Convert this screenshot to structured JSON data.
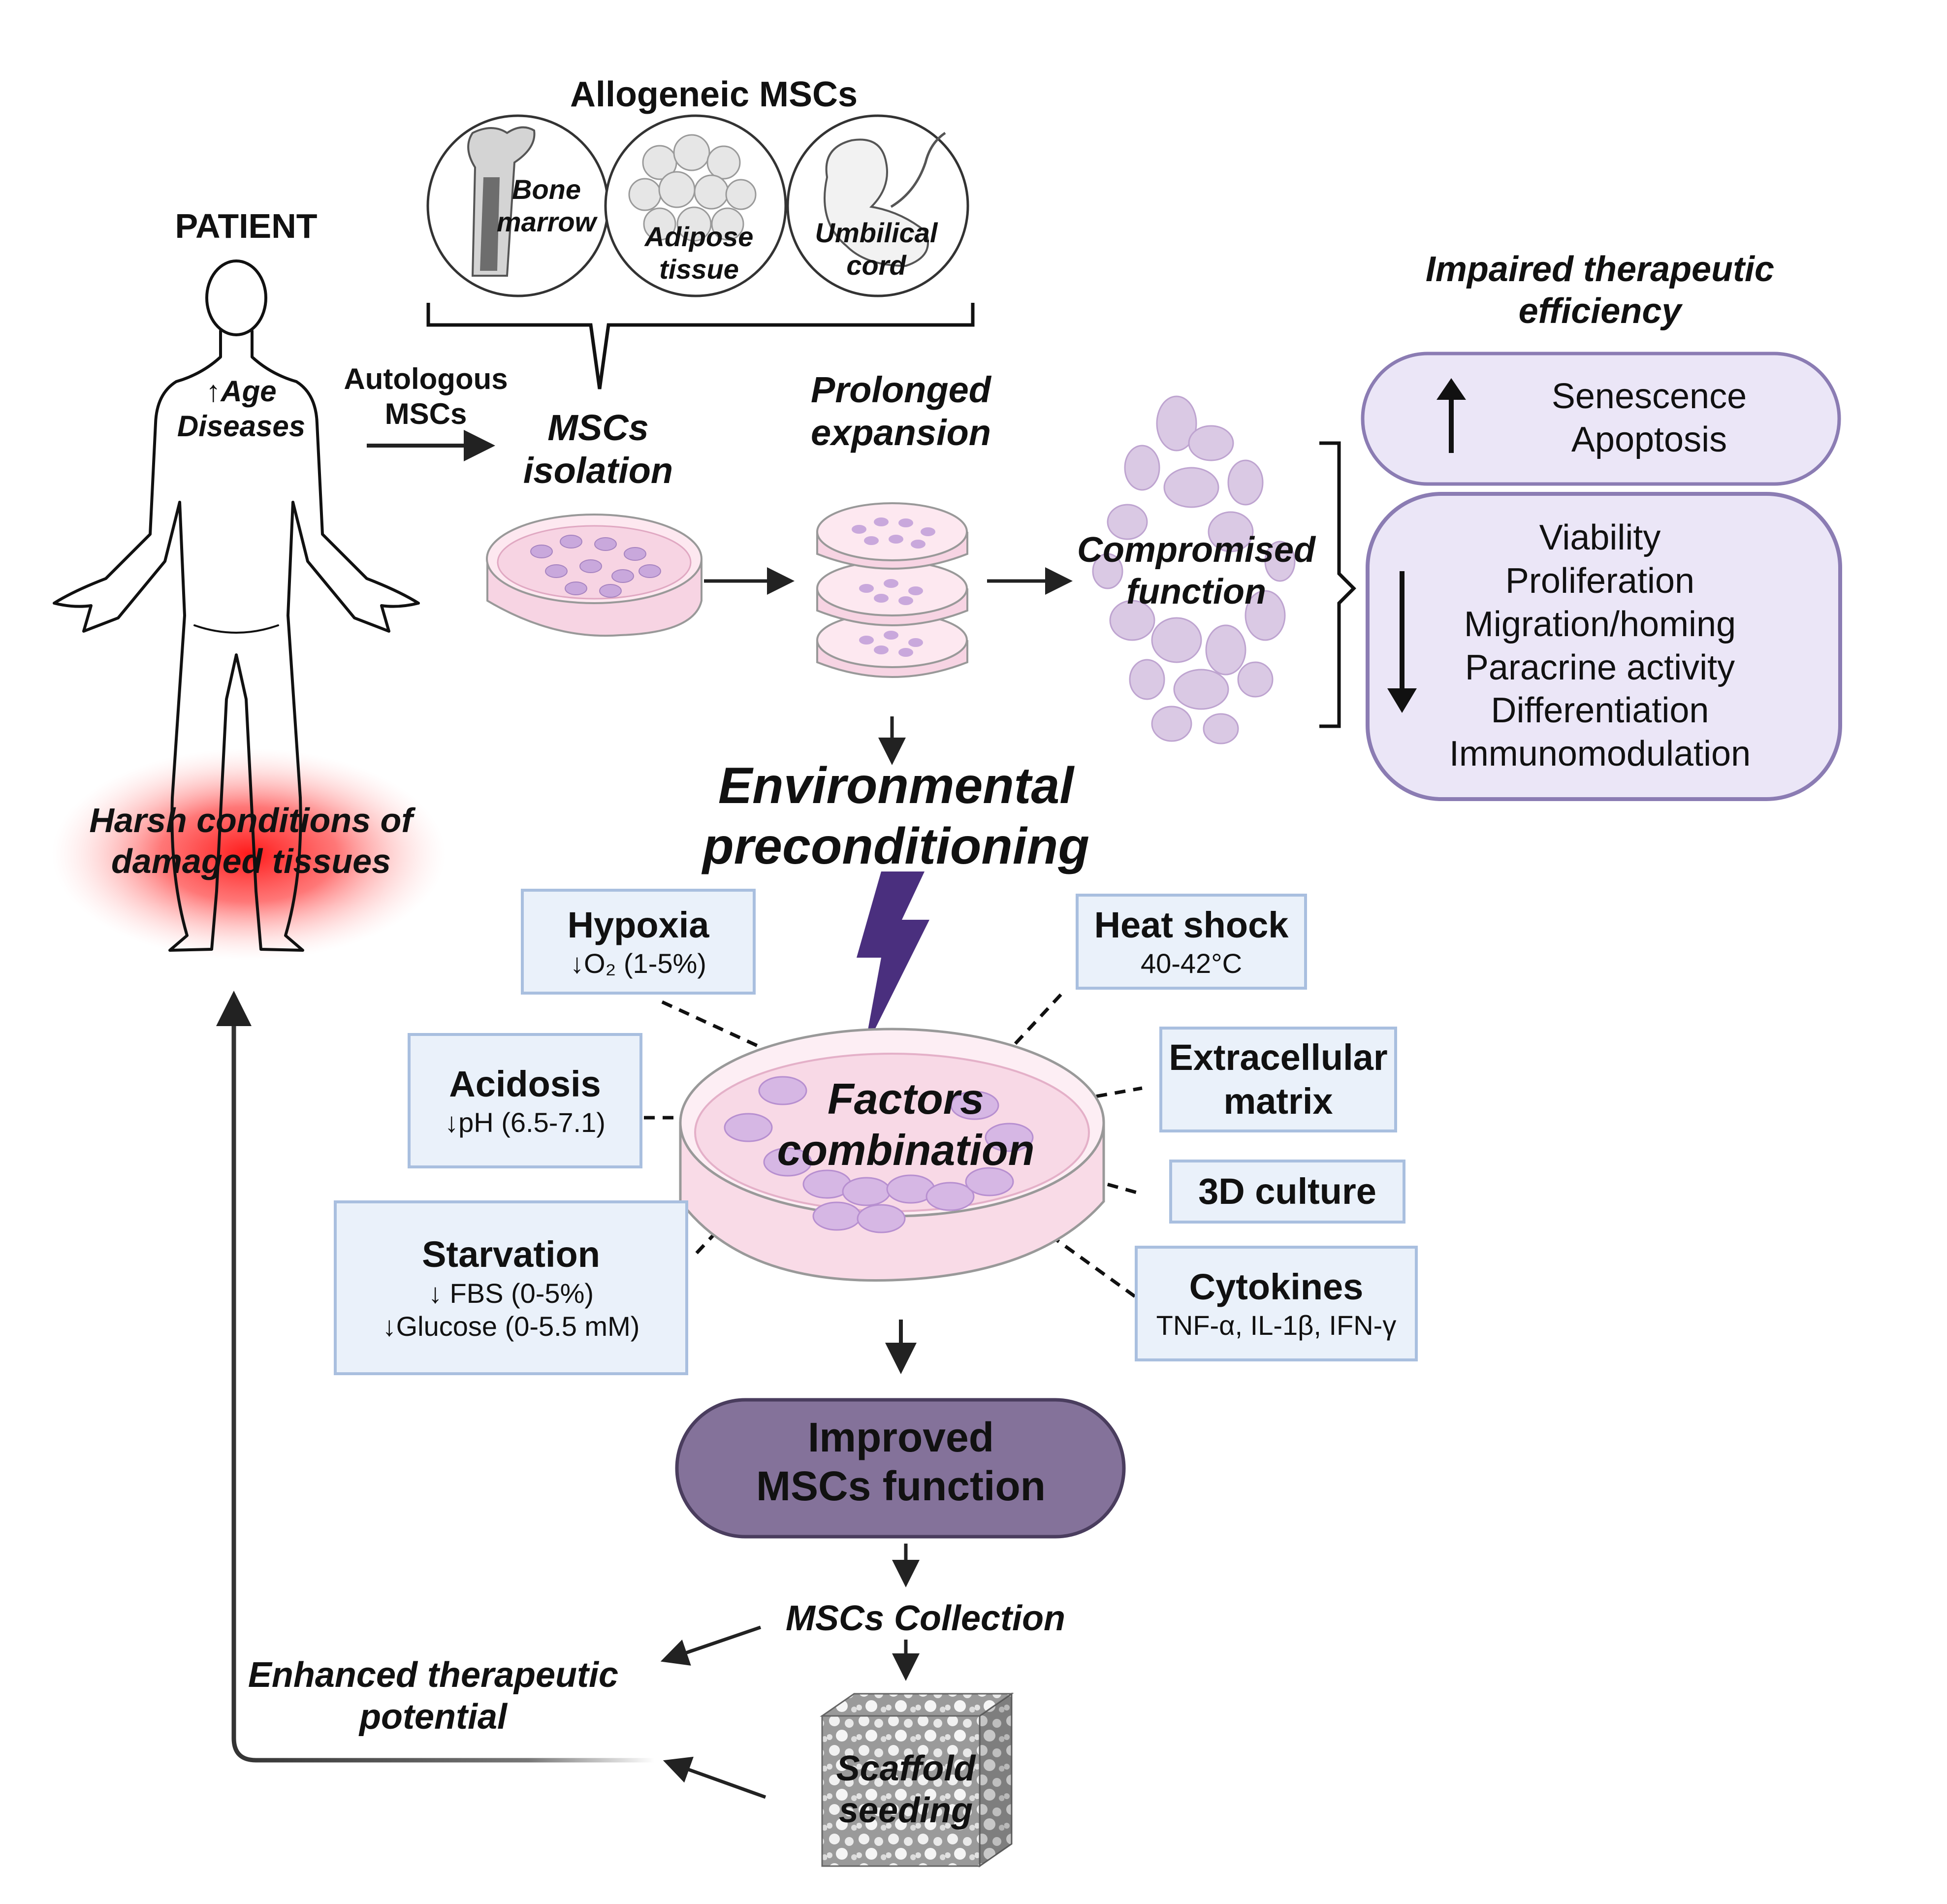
{
  "allogeneic": {
    "title": "Allogeneic MSCs",
    "sources": [
      {
        "label": "Bone marrow",
        "icon": "bone-marrow-icon"
      },
      {
        "label": "Adipose tissue",
        "icon": "adipose-tissue-icon"
      },
      {
        "label": "Umbilical cord",
        "icon": "umbilical-cord-icon"
      }
    ]
  },
  "patient": {
    "title": "PATIENT",
    "conditions": "↑Age\nDiseases",
    "harsh": "Harsh conditions of\ndamaged tissues",
    "icon": "human-body-icon"
  },
  "flow": {
    "autologous": "Autologous\nMSCs",
    "isolation": "MSCs\nisolation",
    "expansion": "Prolonged\nexpansion",
    "compromised": "Compromised\nfunction",
    "env_title": "Environmental\npreconditioning",
    "factors": "Factors\ncombination",
    "improved": "Improved\nMSCs function",
    "collection": "MSCs Collection",
    "scaffold": "Scaffold\nseeding",
    "enhanced": "Enhanced therapeutic\npotential"
  },
  "impaired": {
    "title": "Impaired therapeutic\nefficiency",
    "up": [
      "Senescence",
      "Apoptosis"
    ],
    "down": [
      "Viability",
      "Proliferation",
      "Migration/homing",
      "Paracrine activity",
      "Differentiation",
      "Immunomodulation"
    ]
  },
  "factors": [
    {
      "key": "hypoxia",
      "title": "Hypoxia",
      "detail": "↓O₂ (1-5%)"
    },
    {
      "key": "heat",
      "title": "Heat shock",
      "detail": "40-42°C"
    },
    {
      "key": "acidosis",
      "title": "Acidosis",
      "detail": "↓pH (6.5-7.1)"
    },
    {
      "key": "ecm",
      "title": "Extracellular\nmatrix",
      "detail": ""
    },
    {
      "key": "culture3d",
      "title": "3D culture",
      "detail": ""
    },
    {
      "key": "starvation",
      "title": "Starvation",
      "detail": "↓ FBS (0-5%)\n↓Glucose (0-5.5 mM)"
    },
    {
      "key": "cytokines",
      "title": "Cytokines",
      "detail": "TNF-α, IL-1β, IFN-γ"
    }
  ],
  "colors": {
    "purple_fill": "#84729a",
    "lavender_fill": "#ebe6f7",
    "lavender_border": "#8b7cb3",
    "box_fill": "#eaf1fa",
    "box_border": "#a9bfdf",
    "lightning": "#4a2f7e",
    "harsh_red": "#ff1a1a",
    "dish_pink": "#f7d4e3",
    "cell_purple": "#c9a8dc"
  }
}
